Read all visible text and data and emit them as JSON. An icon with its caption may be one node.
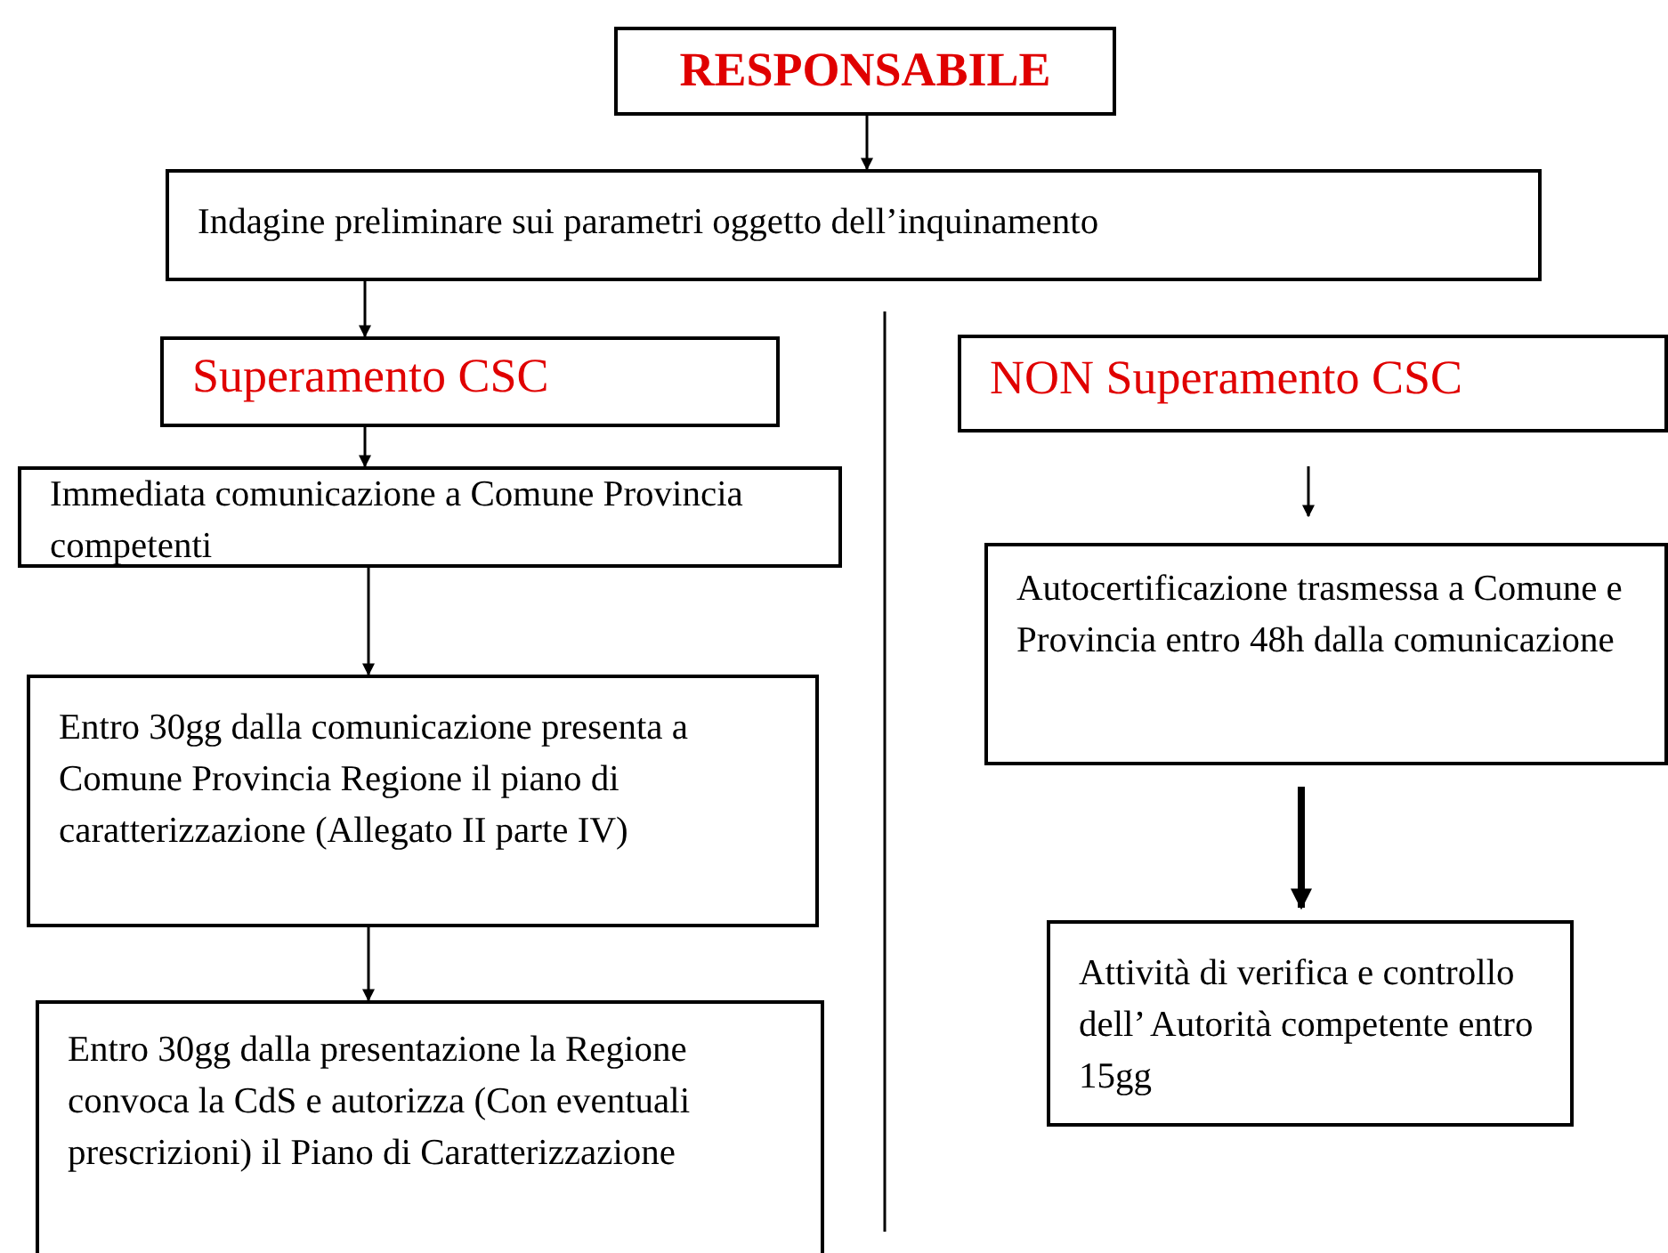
{
  "diagram": {
    "nodes": [
      {
        "text": [
          "RESPONSABILE"
        ]
      },
      {
        "text": [
          "Indagine preliminare sui parametri oggetto dell’inquinamento"
        ]
      },
      {
        "text": [
          "Superamento CSC"
        ]
      },
      {
        "text": [
          "NON Superamento CSC"
        ]
      },
      {
        "text": [
          "Immediata comunicazione a Comune Provincia competenti"
        ]
      },
      {
        "text": [
          "Entro 30gg dalla comunicazione presenta a Comune Provincia Regione il piano di caratterizzazione (Allegato II parte IV)"
        ]
      },
      {
        "text": [
          "Entro 30gg dalla presentazione la Regione convoca la CdS e autorizza (Con eventuali prescrizioni) il Piano di Caratterizzazione"
        ]
      },
      {
        "text": [
          "Autocertificazione trasmessa a Comune e Provincia entro 48h dalla comunicazione"
        ]
      },
      {
        "text": [
          "Attività di verifica e controllo dell’ Autorità competente entro 15gg"
        ]
      }
    ],
    "edges": [
      {
        "from": 0,
        "to": 1,
        "arrow": "to"
      },
      {
        "from": 1,
        "to": 2,
        "arrow": "to"
      },
      {
        "from": 2,
        "to": 4,
        "arrow": "to"
      },
      {
        "from": 4,
        "to": 5,
        "arrow": "to"
      },
      {
        "from": 5,
        "to": 6,
        "arrow": "to"
      },
      {
        "from": 3,
        "to": 7,
        "arrow": "to"
      },
      {
        "from": 7,
        "to": 8,
        "arrow": "to",
        "style": "thick"
      }
    ]
  }
}
